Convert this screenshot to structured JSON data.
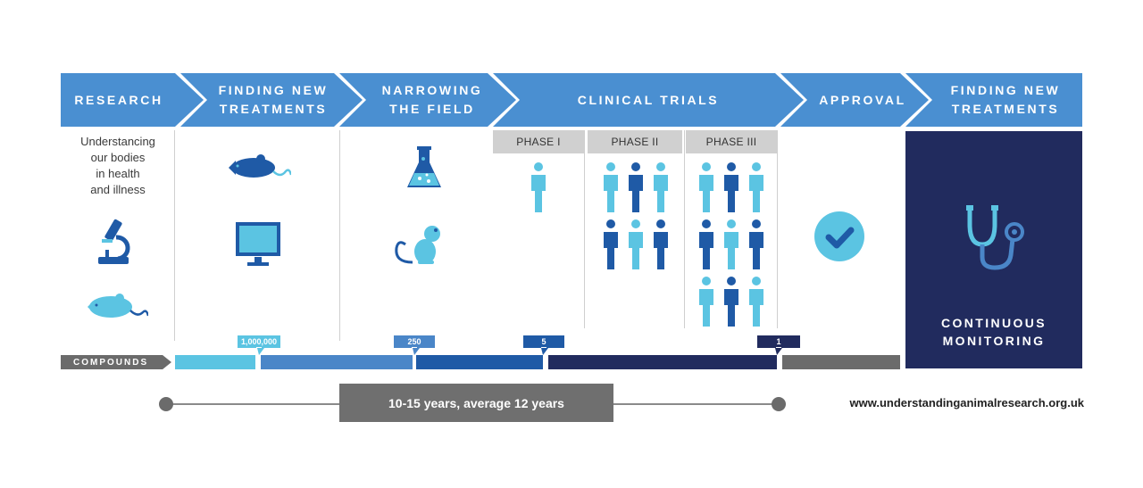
{
  "stages": [
    {
      "label": "RESEARCH"
    },
    {
      "label": "FINDING NEW\nTREATMENTS"
    },
    {
      "label": "NARROWING\nTHE FIELD"
    },
    {
      "label": "CLINICAL TRIALS"
    },
    {
      "label": "APPROVAL"
    },
    {
      "label": "FINDING NEW\nTREATMENTS"
    }
  ],
  "research": {
    "description": "Understancing\nour bodies\nin health\nand illness"
  },
  "phases": [
    {
      "label": "PHASE I",
      "people": 1
    },
    {
      "label": "PHASE II",
      "people": 6
    },
    {
      "label": "PHASE III",
      "people": 9
    }
  ],
  "monitoring": {
    "label": "CONTINUOUS\nMONITORING"
  },
  "compounds": {
    "label": "COMPOUNDS",
    "markers": [
      "1,000,000",
      "250",
      "5",
      "1"
    ]
  },
  "timeline": {
    "duration": "10-15 years, average 12 years"
  },
  "url": "www.understandinganimalresearch.org.uk",
  "colors": {
    "banner": "#4a8fd1",
    "light_blue": "#5bc4e2",
    "mid_blue": "#4a86c8",
    "blue": "#1f5aa6",
    "navy": "#212b5e",
    "grey": "#6b6b6b"
  },
  "icons": [
    "microscope-icon",
    "mouse-icon",
    "monitor-icon",
    "flask-icon",
    "rat-icon",
    "person-icon",
    "check-icon",
    "stethoscope-icon"
  ]
}
